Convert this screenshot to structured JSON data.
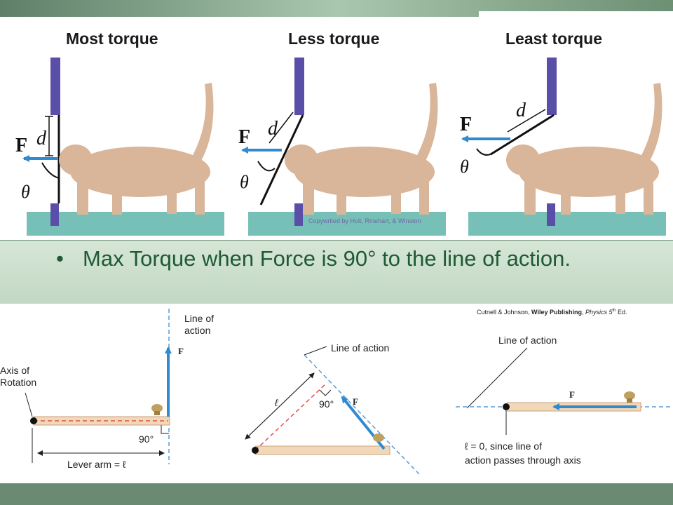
{
  "slide": {
    "bullet": "•",
    "text": "Max Torque when Force is 90° to the line of action."
  },
  "panels": [
    {
      "title": "Most torque"
    },
    {
      "title": "Less torque"
    },
    {
      "title": "Least torque"
    }
  ],
  "cat_labels": {
    "force": "F",
    "distance": "d",
    "angle": "θ"
  },
  "copyright": "Copywrited by Holt, Rinehart, & Winston",
  "credit": {
    "authors": "Cutnell & Johnson, ",
    "publisher": "Wiley Publishing",
    "sep": ", ",
    "book": "Physics 5",
    "sup": "th",
    "ed": " Ed."
  },
  "diagrams": {
    "left": {
      "line_of_action": "Line of\naction",
      "force": "F",
      "axis": "Axis of\nRotation",
      "angle": "90°",
      "lever_arm": "Lever arm = ℓ"
    },
    "middle": {
      "line_of_action": "Line of action",
      "force": "F",
      "arm": "ℓ",
      "angle": "90°"
    },
    "right": {
      "line_of_action": "Line of action",
      "force": "F",
      "note_line1": "ℓ = 0, since line of",
      "note_line2": "action passes through axis"
    }
  },
  "colors": {
    "slide_green": "#6f8f78",
    "text_green": "#1e5a33",
    "floor_teal": "#77c0b8",
    "wall_blue": "#5a4fa8",
    "arrow_blue": "#2f8ad0",
    "cat_tan": "#d9b59a"
  }
}
